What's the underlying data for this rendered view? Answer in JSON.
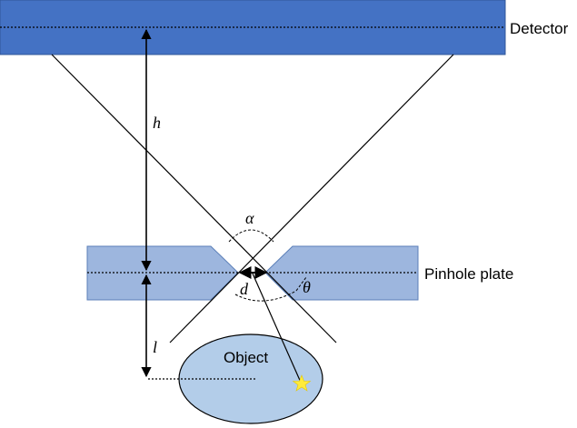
{
  "labels": {
    "detector": "Detector",
    "pinhole_plate": "Pinhole plate",
    "object": "Object",
    "h": "h",
    "l": "l",
    "d": "d",
    "alpha": "α",
    "theta": "θ"
  },
  "colors": {
    "detector_fill": "#4472c4",
    "plate_fill": "#9db6de",
    "object_fill": "#b3cde9",
    "source_star": "#ffeb3b",
    "lines": "#000000"
  },
  "icons": {
    "source": "star-icon"
  }
}
